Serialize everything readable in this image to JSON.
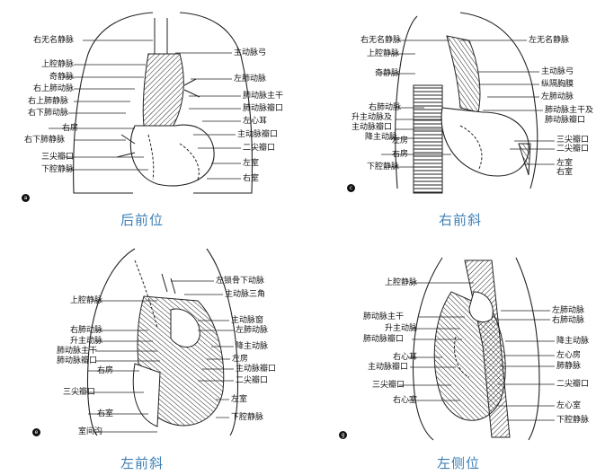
{
  "panels": {
    "a": {
      "badge": "a",
      "caption": "后前位",
      "left_labels": [
        "右无名静脉",
        "上腔静脉",
        "奇静脉",
        "右上肺动脉",
        "右上肺静脉",
        "右下肺动脉",
        "右房",
        "右下肺静脉",
        "三尖瓣口",
        "下腔静脉"
      ],
      "right_labels": [
        "主动脉弓",
        "左肺动脉",
        "肺动脉主干",
        "肺动脉瓣口",
        "左心耳",
        "主动脉瓣口",
        "二尖瓣口",
        "左室",
        "右室"
      ]
    },
    "b": {
      "badge": "c",
      "caption": "右前斜",
      "left_labels": [
        "右无名静脉",
        "上腔静脉",
        "奇静脉",
        "右肺动脉",
        "升主动脉及",
        "主动脉瓣口",
        "降主动脉",
        "左房",
        "右房",
        "下腔静脉"
      ],
      "right_labels": [
        "左无名静脉",
        "主动脉弓",
        "纵隔胸膜",
        "左肺动脉",
        "肺动脉主干及",
        "肺动脉瓣口",
        "三尖瓣口",
        "二尖瓣口",
        "左室",
        "右室"
      ]
    },
    "c": {
      "badge": "e",
      "caption": "左前斜",
      "left_labels": [
        "上腔静脉",
        "右肺动脉",
        "升主动脉",
        "肺动脉主干",
        "肺动脉瓣口",
        "右房",
        "三尖瓣口",
        "右室",
        "室间沟"
      ],
      "right_labels": [
        "左锁骨下动脉",
        "主动脉三角",
        "主动脉窗",
        "左肺动脉",
        "降主动脉",
        "左房",
        "主动脉瓣口",
        "二尖瓣口",
        "左室",
        "下腔静脉"
      ]
    },
    "d": {
      "badge": "g",
      "caption": "左侧位",
      "left_labels": [
        "上腔静脉",
        "肺动脉主干",
        "升主动脉",
        "肺动脉瓣口",
        "右心耳",
        "主动脉瓣口",
        "三尖瓣口",
        "右心室"
      ],
      "right_labels": [
        "左肺动脉",
        "右肺动脉",
        "降主动脉",
        "左心房",
        "肺静脉",
        "二尖瓣口",
        "左心室",
        "下腔静脉"
      ]
    }
  }
}
